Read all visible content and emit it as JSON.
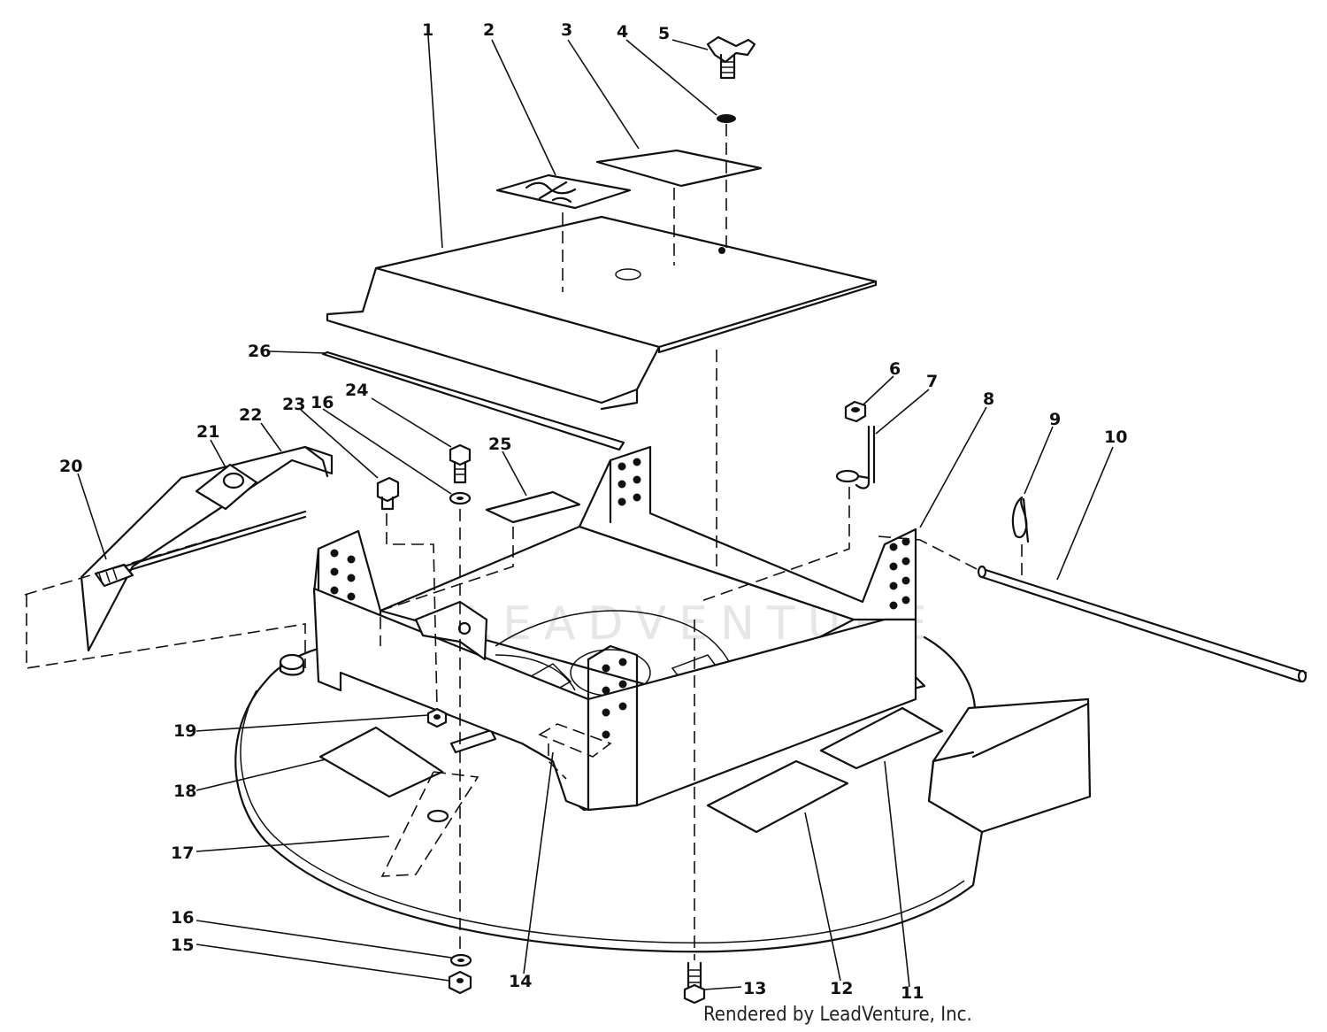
{
  "diagram": {
    "credit": "Rendered by LeadVenture, Inc.",
    "watermark": "LEADVENTURE",
    "callouts": [
      {
        "id": "c1",
        "label": "1"
      },
      {
        "id": "c2",
        "label": "2"
      },
      {
        "id": "c3",
        "label": "3"
      },
      {
        "id": "c4",
        "label": "4"
      },
      {
        "id": "c5",
        "label": "5"
      },
      {
        "id": "c6",
        "label": "6"
      },
      {
        "id": "c7",
        "label": "7"
      },
      {
        "id": "c8",
        "label": "8"
      },
      {
        "id": "c9",
        "label": "9"
      },
      {
        "id": "c10",
        "label": "10"
      },
      {
        "id": "c11",
        "label": "11"
      },
      {
        "id": "c12",
        "label": "12"
      },
      {
        "id": "c13",
        "label": "13"
      },
      {
        "id": "c14",
        "label": "14"
      },
      {
        "id": "c15",
        "label": "15"
      },
      {
        "id": "c16a",
        "label": "16"
      },
      {
        "id": "c16b",
        "label": "16"
      },
      {
        "id": "c17",
        "label": "17"
      },
      {
        "id": "c18",
        "label": "18"
      },
      {
        "id": "c19",
        "label": "19"
      },
      {
        "id": "c20",
        "label": "20"
      },
      {
        "id": "c21",
        "label": "21"
      },
      {
        "id": "c22",
        "label": "22"
      },
      {
        "id": "c23",
        "label": "23"
      },
      {
        "id": "c24",
        "label": "24"
      },
      {
        "id": "c25",
        "label": "25"
      },
      {
        "id": "c26",
        "label": "26"
      }
    ]
  }
}
